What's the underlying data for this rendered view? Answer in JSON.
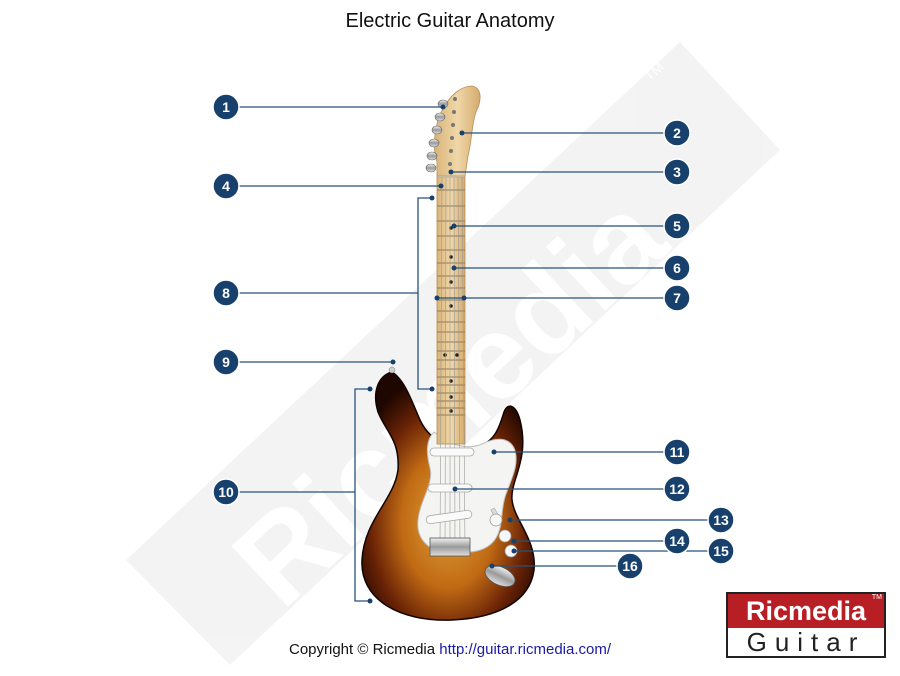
{
  "title": "Electric Guitar Anatomy",
  "watermark": "Ricmedia",
  "watermark_tm": "TM",
  "footer": {
    "copyright": "Copyright © Ricmedia",
    "url": "http://guitar.ricmedia.com/"
  },
  "logo": {
    "line1": "Ricmedia",
    "line2": "Guitar",
    "tm": "TM"
  },
  "markers": [
    "1",
    "2",
    "3",
    "4",
    "5",
    "6",
    "7",
    "8",
    "9",
    "10",
    "11",
    "12",
    "13",
    "14",
    "15",
    "16"
  ],
  "colors": {
    "marker_fill": "#17406d",
    "leader_line": "#27527e",
    "sunburst_dark": "#2a0c02",
    "sunburst_mid": "#8a3a08",
    "sunburst_light": "#d8962e",
    "maple": "#e9c995",
    "pickguard": "#f4f4f2",
    "logo_red": "#b81f24"
  }
}
